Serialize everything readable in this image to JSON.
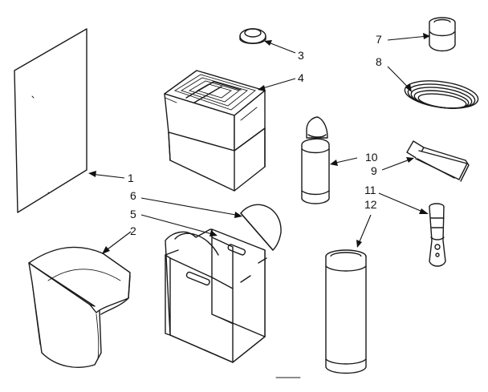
{
  "colors": {
    "ink": "#1a1a1a",
    "paper": "#ffffff"
  },
  "callouts": {
    "c1": "1",
    "c2": "2",
    "c3": "3",
    "c4": "4",
    "c5": "5",
    "c6": "6",
    "c7": "7",
    "c8": "8",
    "c9": "9",
    "c10": "10",
    "c11": "11",
    "c12": "12"
  }
}
